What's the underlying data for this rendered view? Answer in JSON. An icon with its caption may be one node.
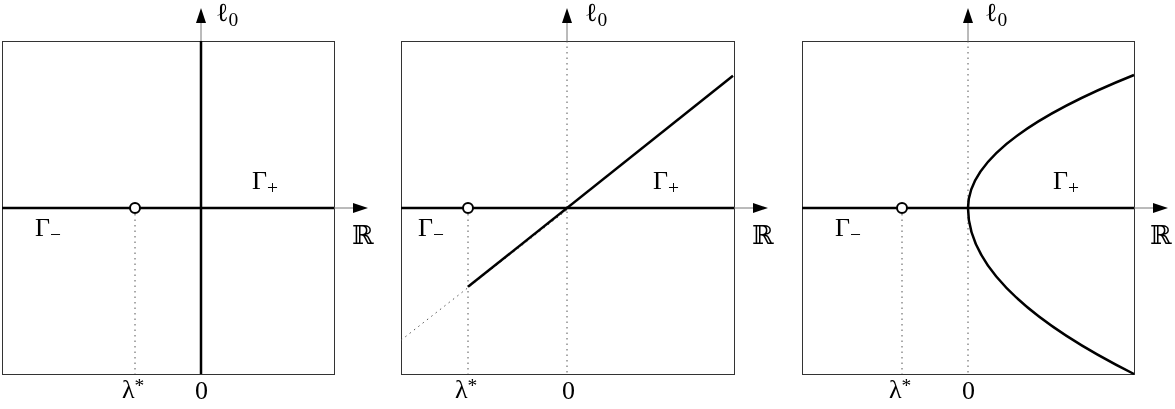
{
  "diagram": {
    "labels": [
      "ℓ$_{0}$",
      "Γ$_{+}$",
      "Γ$_{−}$",
      "ℝ",
      "λ$^{*}$",
      "0",
      "ℓ$_{0}$",
      "Γ$_{+}$",
      "Γ$_{−}$",
      "ℝ",
      "λ$^{*}$",
      "0",
      "ℓ$_{0}$",
      "Γ$_{+}$",
      "Γ$_{−}$",
      "ℝ",
      "λ$^{*}$",
      "0"
    ]
  }
}
